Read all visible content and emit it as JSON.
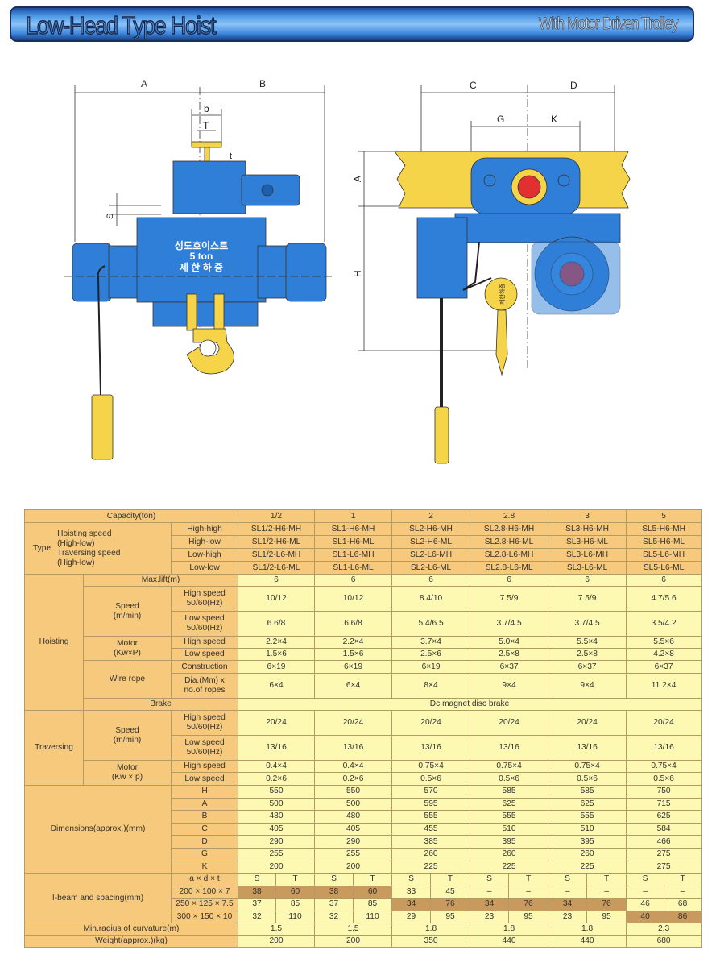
{
  "banner": {
    "title": "Low-Head Type Hoist",
    "subtitle": "With Motor Driven Trolley"
  },
  "diagram_left": {
    "labels": {
      "A": "A",
      "B": "B",
      "b": "b",
      "T": "T",
      "t": "t",
      "S": "S"
    },
    "nameplate": {
      "brand": "성도호이스트",
      "capacity": "5 ton",
      "caption": "제 한 하 중"
    }
  },
  "diagram_right": {
    "labels": {
      "C": "C",
      "D": "D",
      "G": "G",
      "K": "K",
      "A": "A",
      "H": "H"
    },
    "block_text": "제한하중"
  },
  "colors": {
    "blue": "#2f7fd8",
    "yellow": "#f5d44a",
    "label_bg": "#f7c97c",
    "value_bg": "#fdf8b2",
    "highlight": "#c99a5e"
  },
  "table": {
    "capacity_label": "Capacity(ton)",
    "capacities": [
      "1/2",
      "1",
      "2",
      "2.8",
      "3",
      "5"
    ],
    "type": {
      "label": "Type",
      "desc": "Hoisting speed\n(High-low)\nTraversing speed\n(High-low)",
      "rows": [
        {
          "label": "High-high",
          "values": [
            "SL1/2-H6-MH",
            "SL1-H6-MH",
            "SL2-H6-MH",
            "SL2.8-H6-MH",
            "SL3-H6-MH",
            "SL5-H6-MH"
          ]
        },
        {
          "label": "High-low",
          "values": [
            "SL1/2-H6-ML",
            "SL1-H6-ML",
            "SL2-H6-ML",
            "SL2.8-H6-ML",
            "SL3-H6-ML",
            "SL5-H6-ML"
          ]
        },
        {
          "label": "Low-high",
          "values": [
            "SL1/2-L6-MH",
            "SL1-L6-MH",
            "SL2-L6-MH",
            "SL2.8-L6-MH",
            "SL3-L6-MH",
            "SL5-L6-MH"
          ]
        },
        {
          "label": "Low-low",
          "values": [
            "SL1/2-L6-ML",
            "SL1-L6-ML",
            "SL2-L6-ML",
            "SL2.8-L6-ML",
            "SL3-L6-ML",
            "SL5-L6-ML"
          ]
        }
      ]
    },
    "hoisting": {
      "label": "Hoisting",
      "max_lift": {
        "label": "Max.lift(m)",
        "values": [
          "6",
          "6",
          "6",
          "6",
          "6",
          "6"
        ]
      },
      "speed": {
        "label": "Speed\n(m/min)",
        "high": {
          "label": "High speed\n50/60(Hz)",
          "values": [
            "10/12",
            "10/12",
            "8.4/10",
            "7.5/9",
            "7.5/9",
            "4.7/5.6"
          ]
        },
        "low": {
          "label": "Low speed\n50/60(Hz)",
          "values": [
            "6.6/8",
            "6.6/8",
            "5.4/6.5",
            "3.7/4.5",
            "3.7/4.5",
            "3.5/4.2"
          ]
        }
      },
      "motor": {
        "label": "Motor\n(Kw×P)",
        "high": {
          "label": "High speed",
          "values": [
            "2.2×4",
            "2.2×4",
            "3.7×4",
            "5.0×4",
            "5.5×4",
            "5.5×6"
          ]
        },
        "low": {
          "label": "Low speed",
          "values": [
            "1.5×6",
            "1.5×6",
            "2.5×6",
            "2.5×8",
            "2.5×8",
            "4.2×8"
          ]
        }
      },
      "wire_rope": {
        "label": "Wire rope",
        "construction": {
          "label": "Construction",
          "values": [
            "6×19",
            "6×19",
            "6×19",
            "6×37",
            "6×37",
            "6×37"
          ]
        },
        "dia": {
          "label": "Dia.(Mm) x\nno.of ropes",
          "values": [
            "6×4",
            "6×4",
            "8×4",
            "9×4",
            "9×4",
            "11.2×4"
          ]
        }
      }
    },
    "brake": {
      "label": "Brake",
      "value": "Dc magnet disc brake"
    },
    "traversing": {
      "label": "Traversing",
      "speed": {
        "label": "Speed\n(m/min)",
        "high": {
          "label": "High speed\n50/60(Hz)",
          "values": [
            "20/24",
            "20/24",
            "20/24",
            "20/24",
            "20/24",
            "20/24"
          ]
        },
        "low": {
          "label": "Low speed\n50/60(Hz)",
          "values": [
            "13/16",
            "13/16",
            "13/16",
            "13/16",
            "13/16",
            "13/16"
          ]
        }
      },
      "motor": {
        "label": "Motor\n(Kw × p)",
        "high": {
          "label": "High speed",
          "values": [
            "0.4×4",
            "0.4×4",
            "0.75×4",
            "0.75×4",
            "0.75×4",
            "0.75×4"
          ]
        },
        "low": {
          "label": "Low speed",
          "values": [
            "0.2×6",
            "0.2×6",
            "0.5×6",
            "0.5×6",
            "0.5×6",
            "0.5×6"
          ]
        }
      }
    },
    "dimensions": {
      "label": "Dimensions(approx.)(mm)",
      "rows": [
        {
          "label": "H",
          "values": [
            "550",
            "550",
            "570",
            "585",
            "585",
            "750"
          ]
        },
        {
          "label": "A",
          "values": [
            "500",
            "500",
            "595",
            "625",
            "625",
            "715"
          ]
        },
        {
          "label": "B",
          "values": [
            "480",
            "480",
            "555",
            "555",
            "555",
            "625"
          ]
        },
        {
          "label": "C",
          "values": [
            "405",
            "405",
            "455",
            "510",
            "510",
            "584"
          ]
        },
        {
          "label": "D",
          "values": [
            "290",
            "290",
            "385",
            "395",
            "395",
            "466"
          ]
        },
        {
          "label": "G",
          "values": [
            "255",
            "255",
            "260",
            "260",
            "260",
            "275"
          ]
        },
        {
          "label": "K",
          "values": [
            "200",
            "200",
            "225",
            "225",
            "225",
            "275"
          ]
        }
      ]
    },
    "ibeam": {
      "label": "I-beam and spacing(mm)",
      "header": {
        "label": "a × d × t",
        "s": "S",
        "t": "T"
      },
      "rows": [
        {
          "label": "200 × 100 × 7",
          "values": [
            [
              "38",
              "60"
            ],
            [
              "38",
              "60"
            ],
            [
              "33",
              "45"
            ],
            [
              "–",
              "–"
            ],
            [
              "–",
              "–"
            ],
            [
              "–",
              "–"
            ]
          ],
          "highlight": [
            true,
            true,
            false,
            false,
            false,
            false
          ]
        },
        {
          "label": "250 × 125 × 7.5",
          "values": [
            [
              "37",
              "85"
            ],
            [
              "37",
              "85"
            ],
            [
              "34",
              "76"
            ],
            [
              "34",
              "76"
            ],
            [
              "34",
              "76"
            ],
            [
              "46",
              "68"
            ]
          ],
          "highlight": [
            false,
            false,
            true,
            true,
            true,
            false
          ]
        },
        {
          "label": "300 × 150 × 10",
          "values": [
            [
              "32",
              "110"
            ],
            [
              "32",
              "110"
            ],
            [
              "29",
              "95"
            ],
            [
              "23",
              "95"
            ],
            [
              "23",
              "95"
            ],
            [
              "40",
              "86"
            ]
          ],
          "highlight": [
            false,
            false,
            false,
            false,
            false,
            true
          ]
        }
      ]
    },
    "min_radius": {
      "label": "Min.radius of curvature(m)",
      "values": [
        "1.5",
        "1.5",
        "1.8",
        "1.8",
        "1.8",
        "2.3"
      ]
    },
    "weight": {
      "label": "Weight(approx.)(kg)",
      "values": [
        "200",
        "200",
        "350",
        "440",
        "440",
        "680"
      ]
    }
  }
}
